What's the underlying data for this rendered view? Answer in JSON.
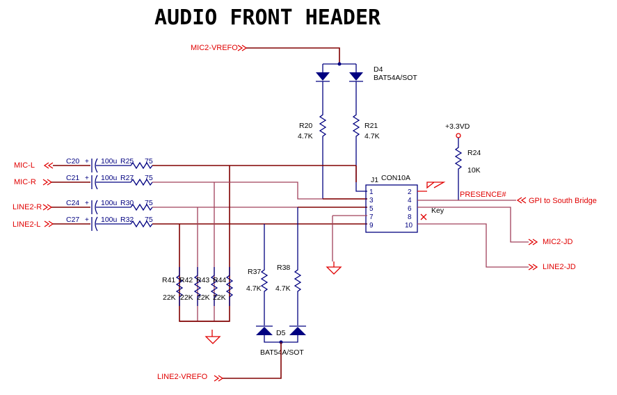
{
  "title": "AUDIO FRONT HEADER",
  "nets": {
    "mic2_vrefo": "MIC2-VREFO",
    "mic_l": "MIC-L",
    "mic_r": "MIC-R",
    "line2_r": "LINE2-R",
    "line2_l": "LINE2-L",
    "presence": "PRESENCE#",
    "gpi": "GPI to South Bridge",
    "mic2_jd": "MIC2-JD",
    "line2_jd": "LINE2-JD",
    "line2_vrefo": "LINE2-VREFO",
    "power": "+3.3VD"
  },
  "components": {
    "d4": {
      "ref": "D4",
      "value": "BAT54A/SOT"
    },
    "d5": {
      "ref": "D5",
      "value": "BAT54A/SOT"
    },
    "r20": {
      "ref": "R20",
      "value": "4.7K"
    },
    "r21": {
      "ref": "R21",
      "value": "4.7K"
    },
    "r24": {
      "ref": "R24",
      "value": "10K"
    },
    "r37": {
      "ref": "R37",
      "value": "4.7K"
    },
    "r38": {
      "ref": "R38",
      "value": "4.7K"
    },
    "r41": {
      "ref": "R41",
      "value": "22K"
    },
    "r42": {
      "ref": "R42",
      "value": "22K"
    },
    "r43": {
      "ref": "R43",
      "value": "22K"
    },
    "r44": {
      "ref": "R44",
      "value": "22K"
    },
    "c20": {
      "ref": "C20",
      "value": "100u"
    },
    "c21": {
      "ref": "C21",
      "value": "100u"
    },
    "c24": {
      "ref": "C24",
      "value": "100u"
    },
    "c27": {
      "ref": "C27",
      "value": "100u"
    },
    "r25": {
      "ref": "R25",
      "value": "75"
    },
    "r27": {
      "ref": "R27",
      "value": "75"
    },
    "r30": {
      "ref": "R30",
      "value": "75"
    },
    "r32": {
      "ref": "R32",
      "value": "75"
    },
    "j1": {
      "ref": "J1",
      "value": "CON10A",
      "pins": [
        "1",
        "2",
        "3",
        "4",
        "5",
        "6",
        "7",
        "8",
        "9",
        "10"
      ],
      "key": "Key"
    }
  },
  "plus_sign": "+"
}
